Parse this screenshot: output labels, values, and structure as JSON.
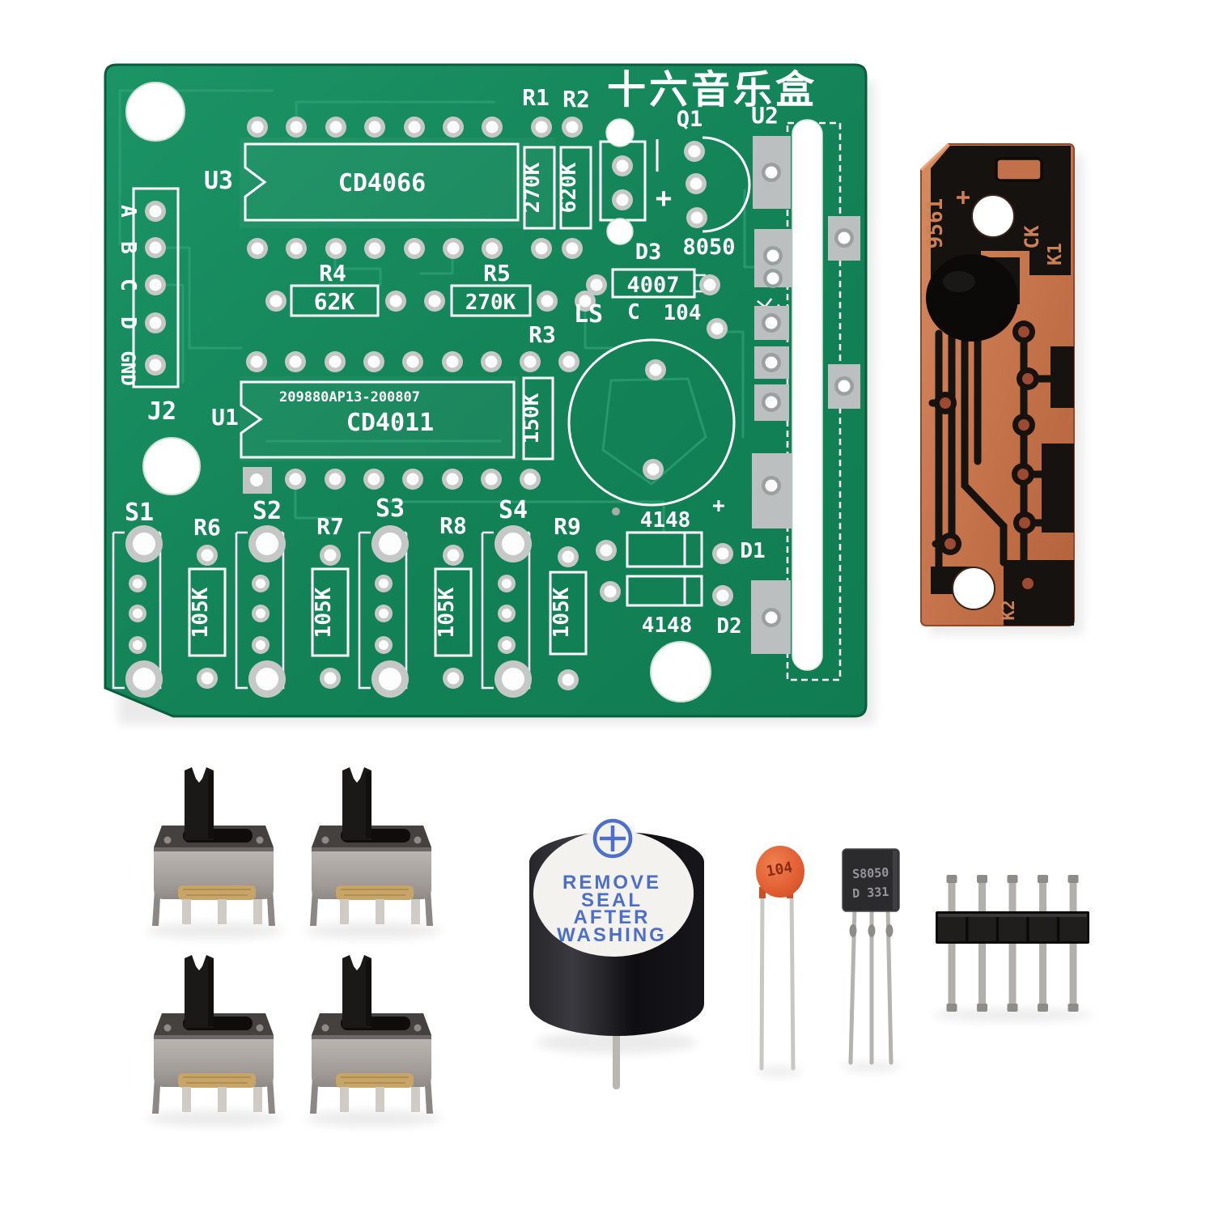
{
  "colors": {
    "background": "#ffffff",
    "pcb_green": "#15895d",
    "silkscreen": "#ffffff",
    "module_copper": "#c77a4f",
    "pad_silver": "#bcbfc0",
    "buzzer_text_blue": "#4d6fc9",
    "capacitor_orange": "#e4633a"
  },
  "pcb": {
    "title": "十六音乐盒",
    "ics": {
      "u3_ref": "U3",
      "u3_part": "CD4066",
      "u1_ref": "U1",
      "u1_code": "209880AP13-200807",
      "u1_part": "CD4011",
      "u2_ref": "U2"
    },
    "resistors": {
      "r1": "R1",
      "r2": "R2",
      "r3": "R3",
      "r4": "R4",
      "r5": "R5",
      "r6": "R6",
      "r7": "R7",
      "r8": "R8",
      "r9": "R9",
      "v270k": "270K",
      "v620k": "620K",
      "v62k": "62K",
      "v150k": "150K",
      "v105k": "105K"
    },
    "diodes": {
      "d1": "D1",
      "d2": "D2",
      "d3": "D3",
      "v4148": "4148",
      "v4007": "4007"
    },
    "transistor": {
      "q1": "Q1",
      "v8050": "8050"
    },
    "speaker": {
      "ls": "LS",
      "plus": "+"
    },
    "cap": {
      "c": "C",
      "v104": "104",
      "plus": "+"
    },
    "connector": {
      "j2": "J2",
      "pins": [
        "A",
        "B",
        "C",
        "D",
        "GND"
      ]
    },
    "switches": {
      "s1": "S1",
      "s2": "S2",
      "s3": "S3",
      "s4": "S4"
    }
  },
  "module": {
    "chip": "9561",
    "ck": "CK",
    "k1": "K1",
    "k2": "K2"
  },
  "buzzer": {
    "polarity": "+",
    "label_lines": [
      "REMOVE",
      "SEAL",
      "AFTER",
      "WASHING"
    ]
  },
  "capacitor": {
    "marking": "104"
  },
  "transistor": {
    "part": "S8050",
    "batch": "D 331"
  },
  "header": {
    "pin_count": 5
  },
  "switch_count": 4
}
